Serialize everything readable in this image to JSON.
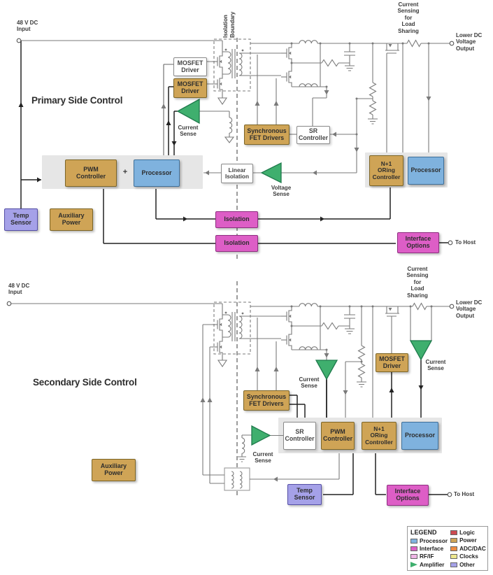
{
  "colors": {
    "processor": "#7FB2DE",
    "interface": "#DD5EC6",
    "rf_if": "#F0B6E6",
    "amplifier": "#3FAF6E",
    "logic": "#CC4A50",
    "power": "#CFA456",
    "adc_dac": "#EE8C42",
    "clocks": "#EEE88F",
    "other": "#A5A1E8",
    "group_background": "#E6E6E6",
    "white_block": "#FFFFFF"
  },
  "primary": {
    "section_title": "Primary Side Control",
    "input_label": "48 V DC\nInput",
    "isolation_boundary_label": "Isolation\nBoundary",
    "current_sensing_label": "Current\nSensing\nfor\nLoad\nSharing",
    "output_label": "Lower DC\nVoltage\nOutput",
    "blocks": {
      "mosfet_driver_top": "MOSFET\nDriver",
      "mosfet_driver_bottom": "MOSFET\nDriver",
      "current_sense": "Current\nSense",
      "pwm_controller": "PWM\nController",
      "plus_sign": "+",
      "processor_left": "Processor",
      "linear_isolation": "Linear\nIsolation",
      "voltage_sense": "Voltage\nSense",
      "synchronous_fet_drivers": "Synchronous\nFET Drivers",
      "sr_controller": "SR\nController",
      "n1_oring_controller": "N+1\nORing\nController",
      "processor_right": "Processor",
      "temp_sensor": "Temp\nSensor",
      "auxiliary_power": "Auxiliary\nPower",
      "isolation_upper": "Isolation",
      "isolation_lower": "Isolation",
      "interface_options": "Interface\nOptions",
      "to_host": "To Host"
    }
  },
  "secondary": {
    "section_title": "Secondary Side Control",
    "input_label": "48 V DC\nInput",
    "current_sensing_label": "Current\nSensing\nfor\nLoad\nSharing",
    "output_label": "Lower DC\nVoltage\nOutput",
    "blocks": {
      "synchronous_fet_drivers": "Synchronous\nFET Drivers",
      "current_sense_left": "Current\nSense",
      "mosfet_driver": "MOSFET\nDriver",
      "current_sense_right": "Current\nSense",
      "current_sense_aux": "Current\nSense",
      "sr_controller": "SR\nController",
      "pwm_controller": "PWM\nController",
      "n1_oring_controller": "N+1\nORing\nController",
      "processor": "Processor",
      "temp_sensor": "Temp\nSensor",
      "auxiliary_power": "Auxiliary\nPower",
      "interface_options": "Interface\nOptions",
      "to_host": "To Host"
    }
  },
  "legend": {
    "title": "LEGEND",
    "column_1": [
      {
        "label": "Processor",
        "color": "#7FB2DE"
      },
      {
        "label": "Interface",
        "color": "#DD5EC6"
      },
      {
        "label": "RF/IF",
        "color": "#F0B6E6"
      },
      {
        "label": "Amplifier",
        "color": "#3FAF6E"
      }
    ],
    "column_2": [
      {
        "label": "Logic",
        "color": "#CC4A50"
      },
      {
        "label": "Power",
        "color": "#CFA456"
      },
      {
        "label": "ADC/DAC",
        "color": "#EE8C42"
      },
      {
        "label": "Clocks",
        "color": "#EEE88F"
      },
      {
        "label": "Other",
        "color": "#A5A1E8"
      }
    ]
  }
}
